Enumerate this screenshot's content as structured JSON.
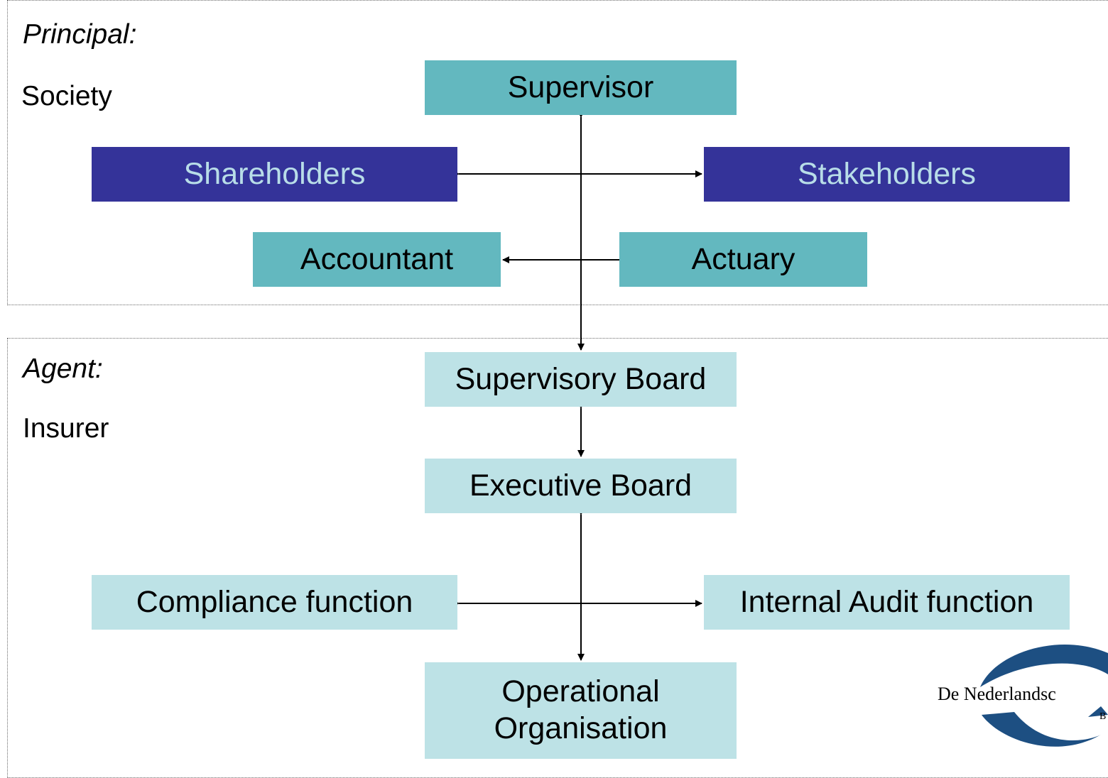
{
  "principal": {
    "heading": "Principal:",
    "subheading": "Society",
    "supervisor": "Supervisor",
    "shareholders": "Shareholders",
    "stakeholders": "Stakeholders",
    "accountant": "Accountant",
    "actuary": "Actuary"
  },
  "agent": {
    "heading": "Agent:",
    "subheading": "Insurer",
    "supervisory_board": "Supervisory Board",
    "executive_board": "Executive Board",
    "compliance": "Compliance function",
    "internal_audit": "Internal Audit function",
    "operational_line1": "Operational",
    "operational_line2": "Organisation"
  },
  "logo": {
    "text": "De Nederlandsc",
    "suffix": "B"
  },
  "colors": {
    "teal": "#63b8bf",
    "navy": "#343399",
    "pale": "#bde2e6",
    "logo_blue": "#1d4f82"
  }
}
